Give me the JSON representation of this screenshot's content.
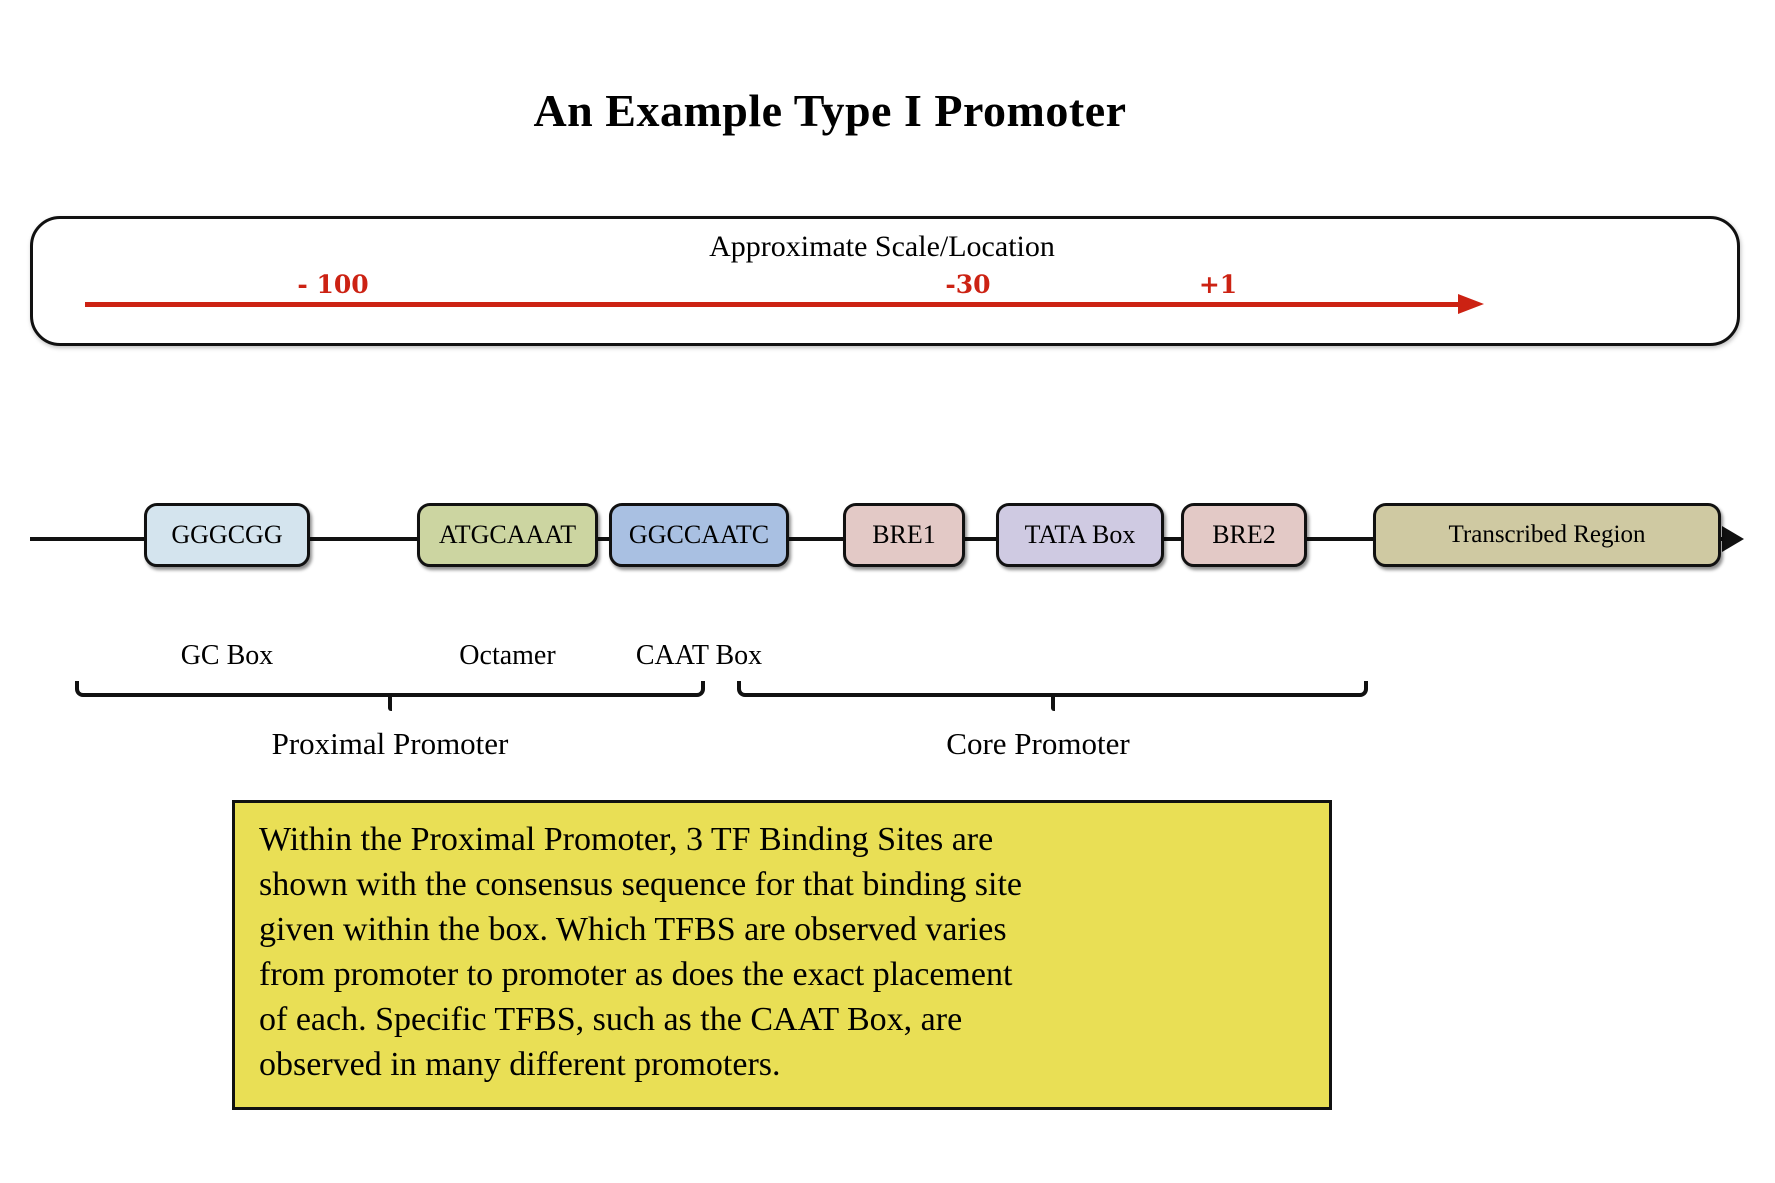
{
  "title": "An Example Type I Promoter",
  "colors": {
    "accent_red": "#cc2213",
    "note_background": "#e9df55",
    "gc_box": "#d4e4ee",
    "octamer_box": "#ccd5a1",
    "caat_box": "#a9c0e2",
    "bre_box": "#e3c9c6",
    "tata_box": "#cfcae2",
    "transcribed_region_box": "#cfc9a2"
  },
  "scale_panel": {
    "title": "Approximate Scale/Location",
    "markers": [
      {
        "label": "- 100"
      },
      {
        "label": "-30"
      },
      {
        "label": "+1"
      }
    ]
  },
  "track": {
    "elements": [
      {
        "label": "GGGCGG",
        "color": "#d4e4ee"
      },
      {
        "label": "ATGCAAAT",
        "color": "#ccd5a1"
      },
      {
        "label": "GGCCAATC",
        "color": "#a9c0e2"
      },
      {
        "label": "BRE1",
        "color": "#e3c9c6"
      },
      {
        "label": "TATA Box",
        "color": "#cfcae2"
      },
      {
        "label": "BRE2",
        "color": "#e3c9c6"
      },
      {
        "label": "Transcribed Region",
        "color": "#cfc9a2"
      }
    ],
    "sublabels": [
      {
        "label": "GC Box"
      },
      {
        "label": "Octamer"
      },
      {
        "label": "CAAT Box"
      }
    ]
  },
  "brackets": [
    {
      "label": "Proximal Promoter"
    },
    {
      "label": "Core Promoter"
    }
  ],
  "note": {
    "lines": [
      "Within the Proximal Promoter, 3 TF Binding Sites are",
      "shown with the consensus sequence for that binding site",
      "given within the box. Which TFBS are observed varies",
      "from promoter to promoter as does the exact placement",
      "of each. Specific TFBS, such as the CAAT Box, are",
      "observed in many different promoters."
    ]
  }
}
